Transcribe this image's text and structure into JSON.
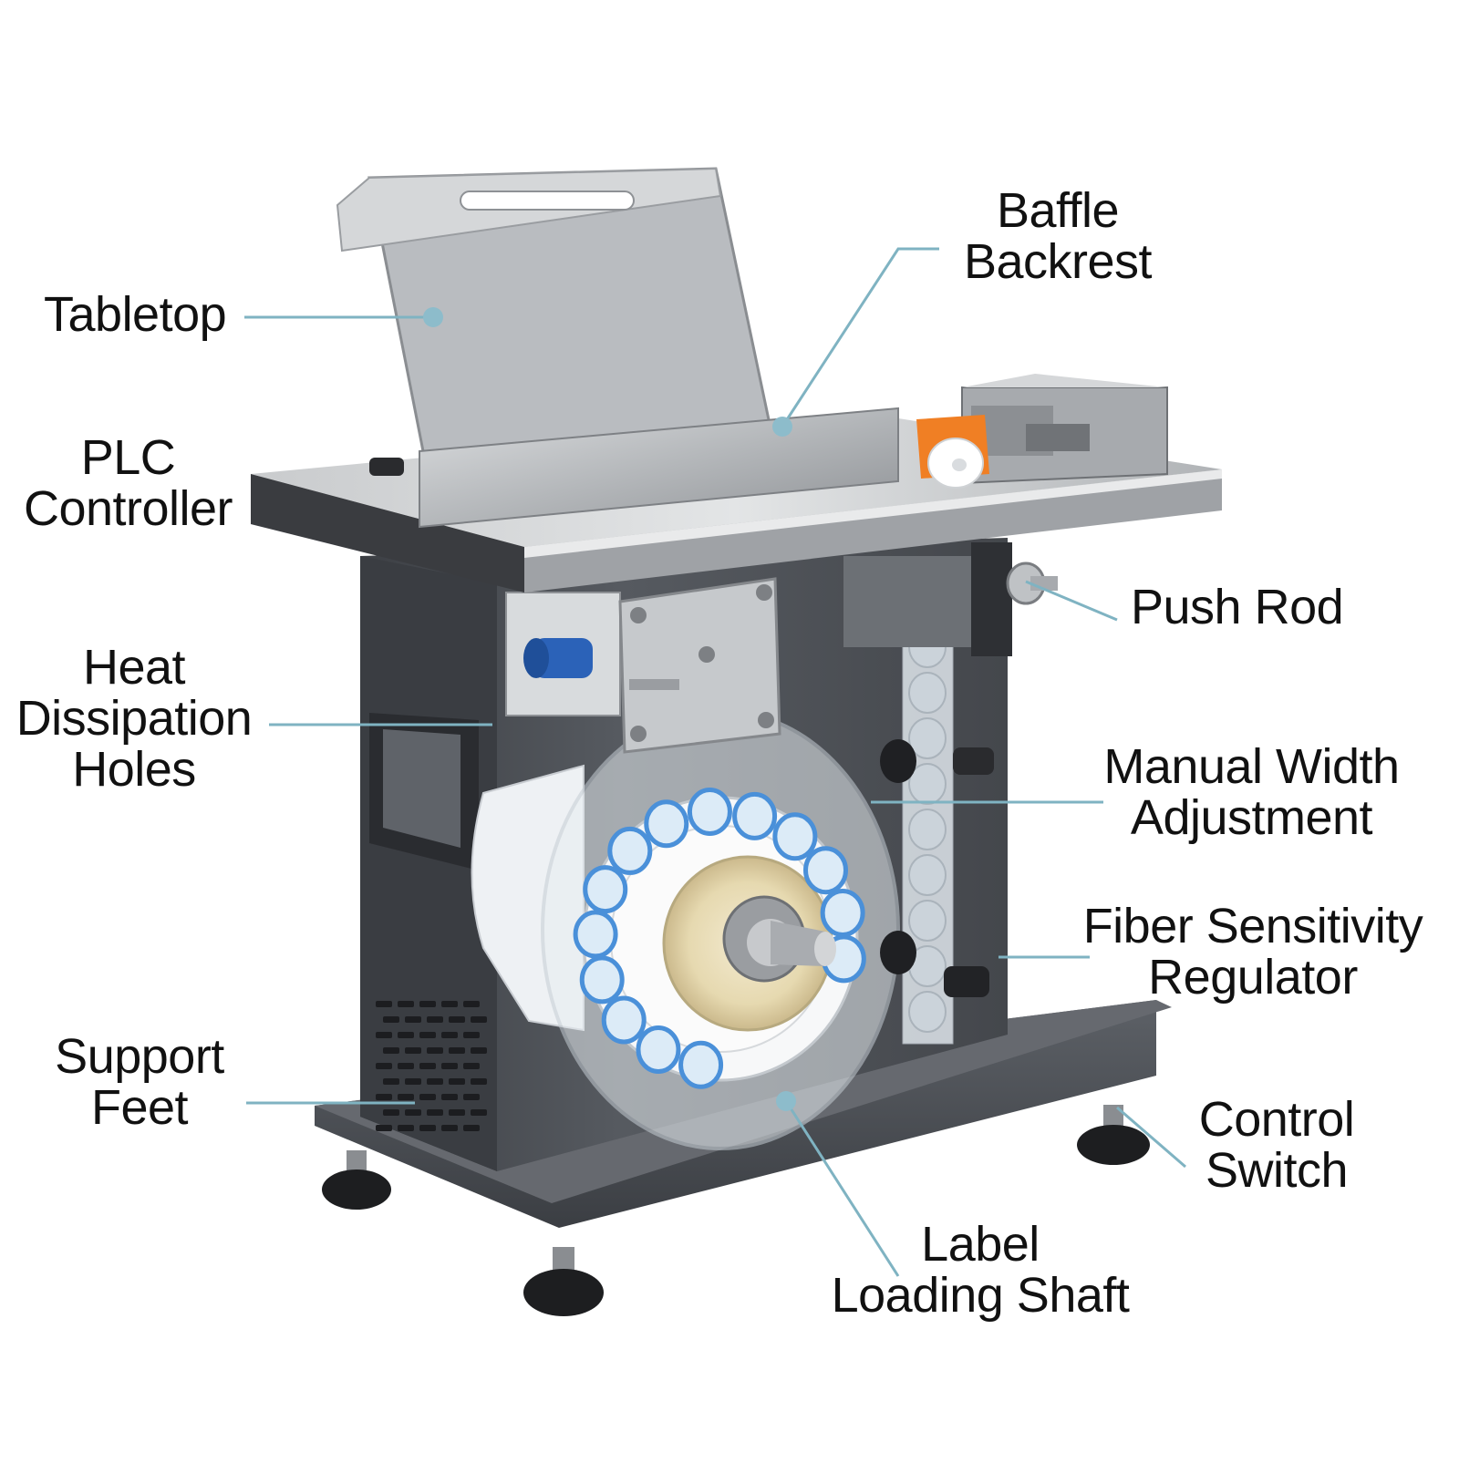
{
  "theme": {
    "leader_color": "#7fb3c2",
    "dot_color": "#8dbccb",
    "body_color": "#4e5257",
    "steel_color": "#b9bcbf",
    "roll_label_color": "#4a90d9"
  },
  "callouts": {
    "tabletop": {
      "lines": [
        "Tabletop"
      ]
    },
    "baffle_backrest": {
      "lines": [
        "Baffle",
        "Backrest"
      ]
    },
    "plc_controller": {
      "lines": [
        "PLC",
        "Controller"
      ]
    },
    "push_rod": {
      "lines": [
        "Push Rod"
      ]
    },
    "heat_dissipation_holes": {
      "lines": [
        "Heat",
        "Dissipation",
        "Holes"
      ]
    },
    "manual_width_adjustment": {
      "lines": [
        "Manual Width",
        "Adjustment"
      ]
    },
    "fiber_sensitivity_regulator": {
      "lines": [
        "Fiber Sensitivity",
        "Regulator"
      ]
    },
    "support_feet": {
      "lines": [
        "Support",
        "Feet"
      ]
    },
    "control_switch": {
      "lines": [
        "Control",
        "Switch"
      ]
    },
    "label_loading_shaft": {
      "lines": [
        "Label",
        "Loading Shaft"
      ]
    }
  }
}
